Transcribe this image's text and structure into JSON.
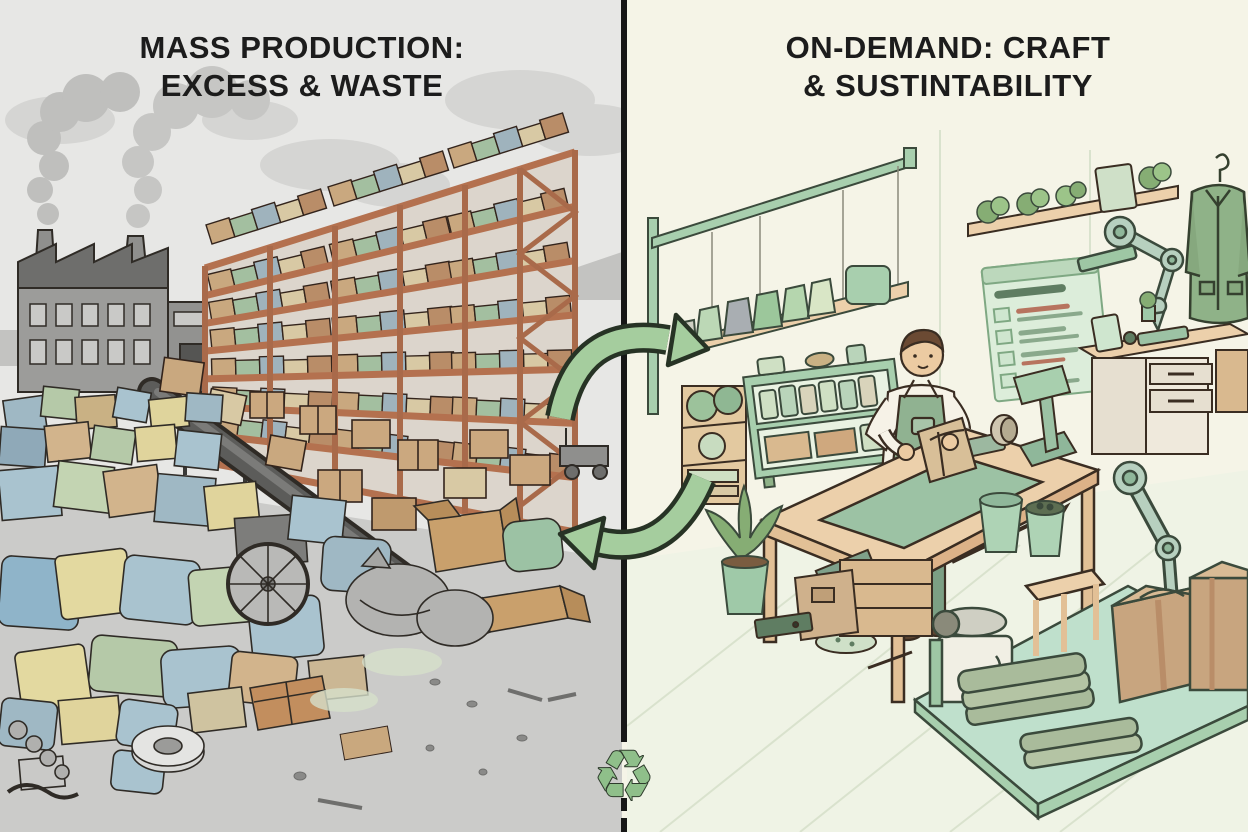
{
  "meta": {
    "kind": "editorial-illustration",
    "description": "Split-panel illustration contrasting wasteful mass production (left, gray factory scene) with sustainable on-demand craft production (right, green workshop scene), linked by circular recycling arrows."
  },
  "panels": {
    "left": {
      "title_line1": "MASS PRODUCTION:",
      "title_line2": "EXCESS & WASTE"
    },
    "right": {
      "title_line1": "ON-DEMAND: CRAFT",
      "title_line2": "& SUSTINTABILITY"
    }
  },
  "icons": {
    "recycle_glyph": "♻",
    "cycle_arrow_top": "curved-arrow-pointing-right",
    "cycle_arrow_bottom": "curved-arrow-pointing-left"
  },
  "colors": {
    "left_background": "#e7e7e5",
    "left_floor": "#cbcbc9",
    "right_background": "#f5f4e7",
    "accent_green": "#a5cd9e",
    "deep_green": "#8fb288",
    "rack_rust": "#b4714f",
    "wood": "#ecd0ab",
    "cardboard": "#c9a87f",
    "outline": "#2f2b26",
    "divider": "#161616",
    "title_text": "#1c1c1c"
  }
}
